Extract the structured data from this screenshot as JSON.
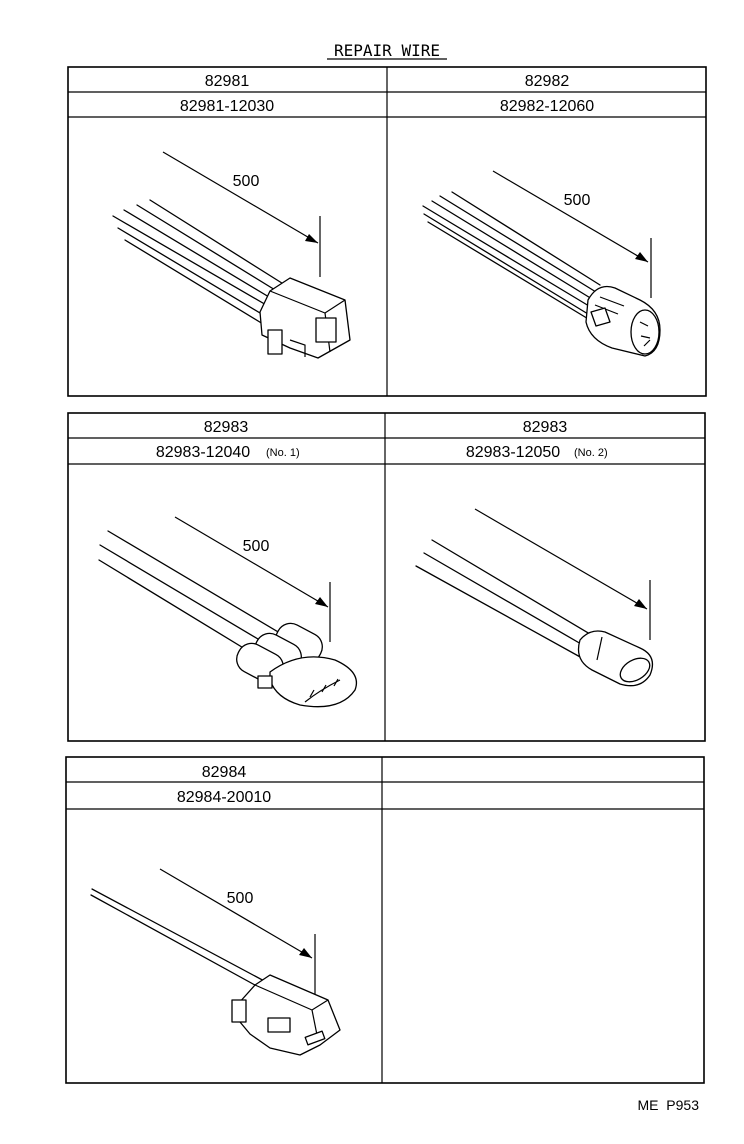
{
  "title": "REPAIR WIRE",
  "footer": "ME  P953",
  "panels": [
    {
      "cells": [
        {
          "group": "82981",
          "part": "82981-12030",
          "note": "",
          "dim": "500",
          "connector": "6-wire rectangular"
        },
        {
          "group": "82982",
          "part": "82982-12060",
          "note": "",
          "dim": "500",
          "connector": "6-wire round"
        }
      ]
    },
    {
      "cells": [
        {
          "group": "82983",
          "part": "82983-12040",
          "note": "(No. 1)",
          "dim": "500",
          "connector": "3-wire oval"
        },
        {
          "group": "82983",
          "part": "82983-12050",
          "note": "(No. 2)",
          "dim": "",
          "connector": "3-wire oval small"
        }
      ]
    },
    {
      "cells": [
        {
          "group": "82984",
          "part": "82984-20010",
          "note": "",
          "dim": "500",
          "connector": "1-wire"
        },
        {
          "group": "",
          "part": "",
          "note": "",
          "dim": "",
          "connector": ""
        }
      ]
    }
  ]
}
